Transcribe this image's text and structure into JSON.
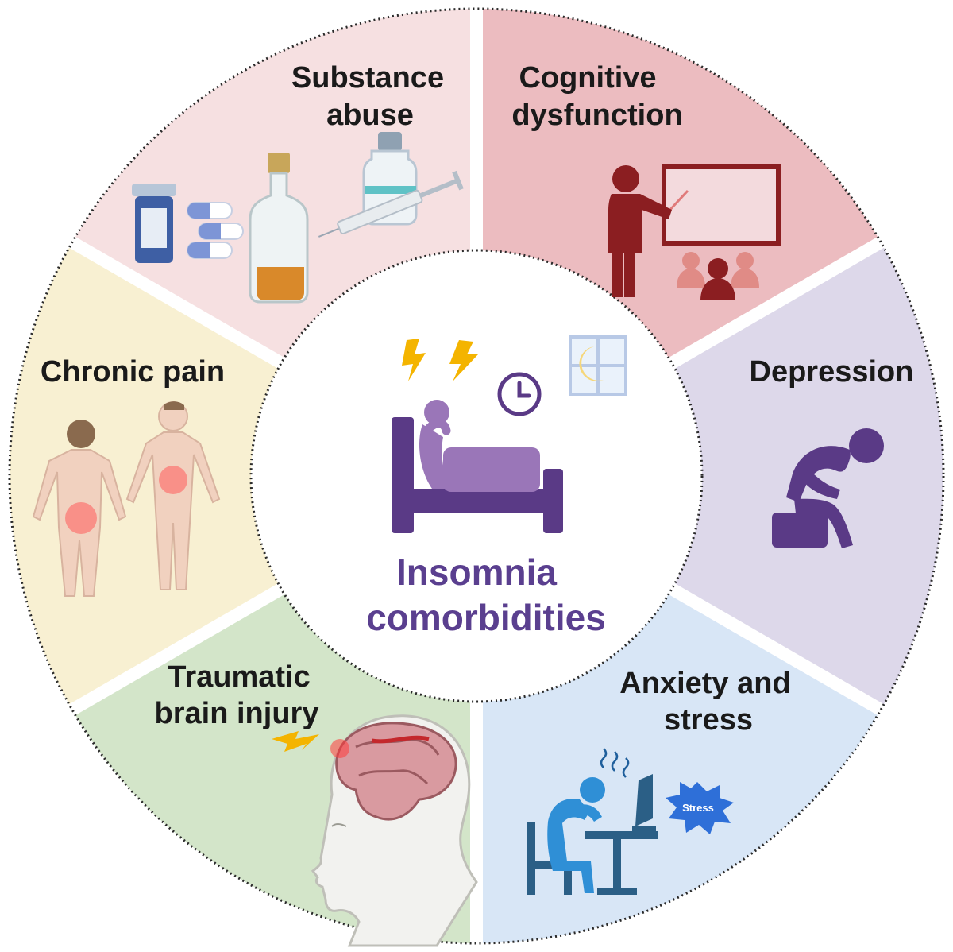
{
  "center": {
    "title_line1": "Insomnia",
    "title_line2": "comorbidities",
    "icon": "person-awake-in-bed-icon"
  },
  "segments": [
    {
      "id": "substance",
      "line1": "Substance",
      "line2": "abuse",
      "color": "#f6e0e1",
      "icon": "pills-bottle-syringe-icon"
    },
    {
      "id": "cognitive",
      "line1": "Cognitive",
      "line2": "dysfunction",
      "color": "#ecbcc0",
      "icon": "teacher-board-icon"
    },
    {
      "id": "depression",
      "line1": "Depression",
      "color": "#ddd8ea",
      "icon": "depressed-person-icon"
    },
    {
      "id": "anxiety",
      "line1": "Anxiety and",
      "line2": "stress",
      "color": "#d8e6f6",
      "icon": "stressed-worker-desk-icon",
      "badge": "Stress"
    },
    {
      "id": "tbi",
      "line1": "Traumatic",
      "line2": "brain injury",
      "color": "#d3e5c9",
      "icon": "head-brain-injury-icon"
    },
    {
      "id": "pain",
      "line1": "Chronic pain",
      "color": "#f8f0d2",
      "icon": "body-pain-icon"
    }
  ]
}
